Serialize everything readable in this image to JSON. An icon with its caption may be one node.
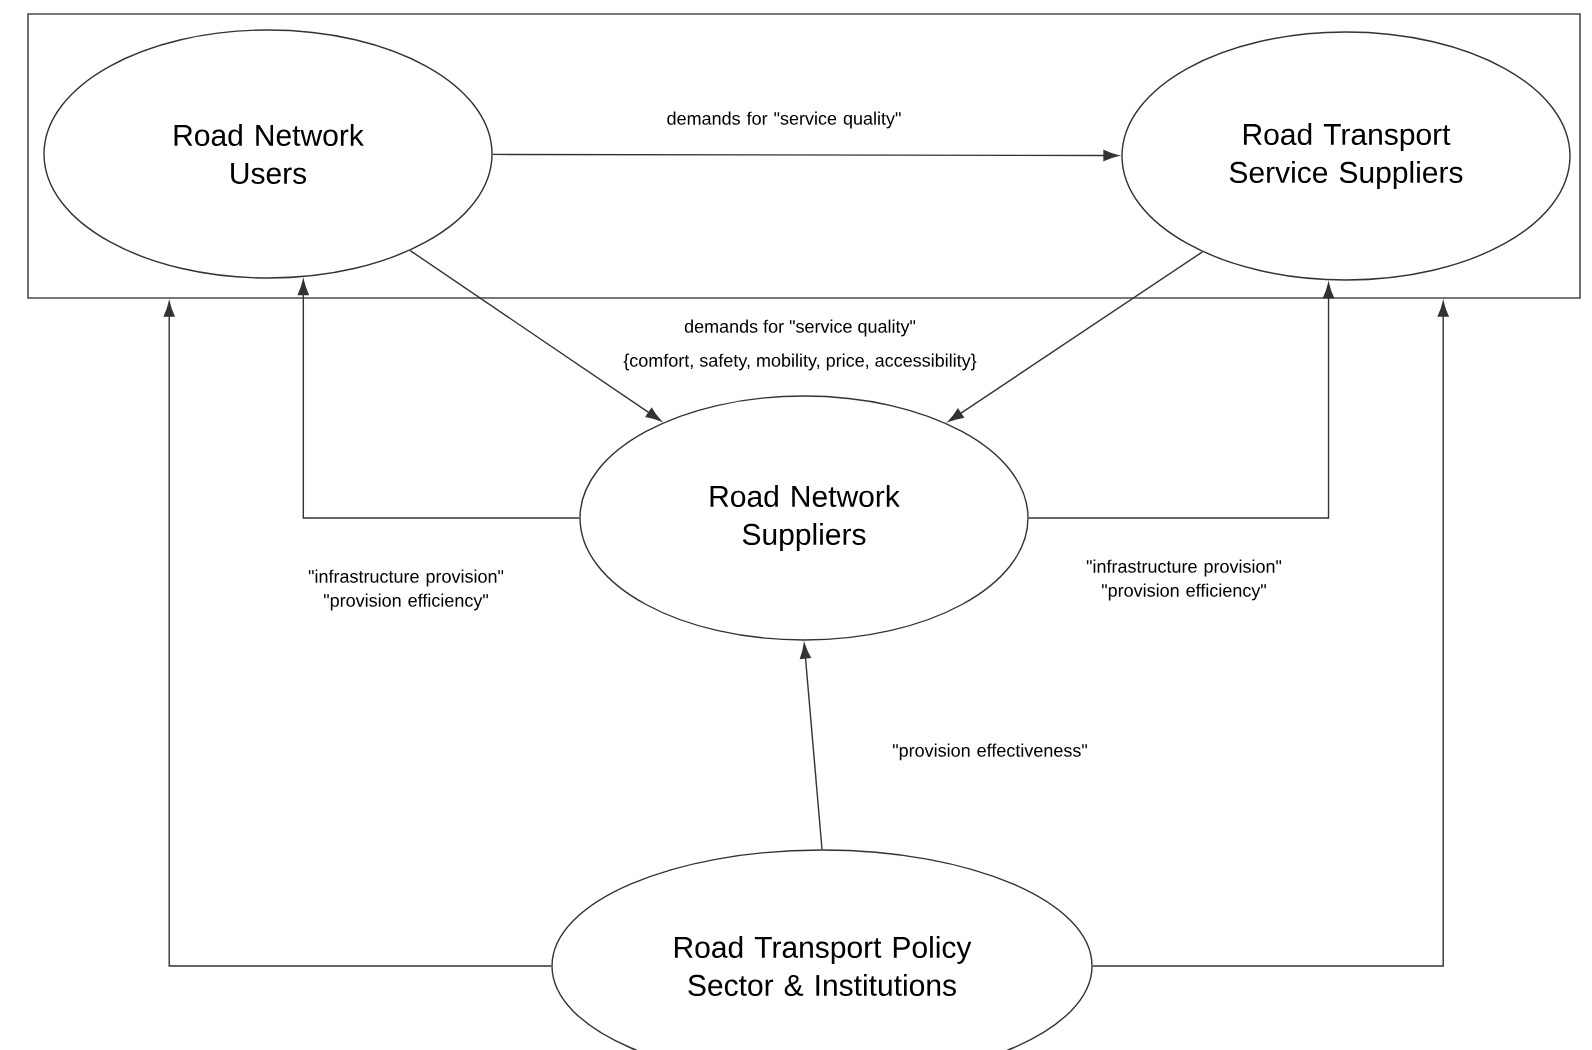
{
  "diagram": {
    "nodes": [
      {
        "text": [],
        "shape": "box"
      },
      {
        "text": [
          "Road Network Users"
        ],
        "in": 0
      },
      {
        "text": [
          "Road Transport Service Suppliers"
        ],
        "in": 0
      },
      {
        "text": [
          "Road Network Suppliers"
        ]
      },
      {
        "text": [
          "Road Transport Policy Sector & Institutions"
        ]
      }
    ],
    "edges": [
      {
        "from": 1,
        "to": 2,
        "arrow": "to",
        "label": "demands for \"service quality\""
      },
      {
        "from": 1,
        "to": 3,
        "arrow": "to"
      },
      {
        "from": 2,
        "to": 3,
        "arrow": "to"
      },
      {
        "from": 3,
        "to": 1,
        "arrow": "to",
        "label": "\"infrastructure provision\" \"provision efficiency\""
      },
      {
        "from": 3,
        "to": 2,
        "arrow": "to",
        "label": "\"infrastructure provision\" \"provision efficiency\""
      },
      {
        "from": 4,
        "to": 3,
        "arrow": "to",
        "label": "\"provision effectiveness\""
      },
      {
        "from": 4,
        "to": 0,
        "arrow": "to"
      },
      {
        "from": 4,
        "to": 0,
        "arrow": "to"
      }
    ],
    "labels": [
      "demands for \"service quality\"",
      "{comfort, safety, mobility, price, accessibility}"
    ]
  }
}
